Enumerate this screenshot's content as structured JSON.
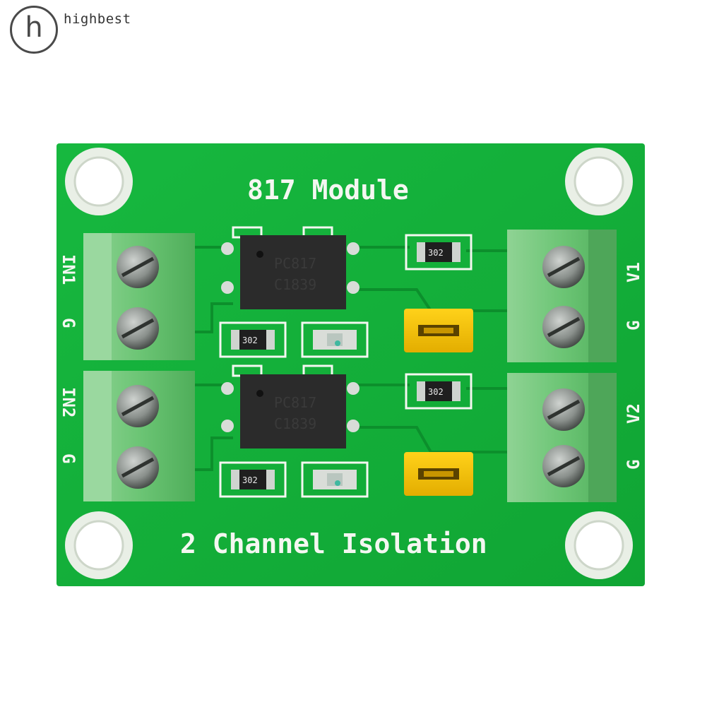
{
  "brand": {
    "logo_letter": "h",
    "name": "highbest"
  },
  "board": {
    "title": "817 Module",
    "subtitle": "2 Channel Isolation",
    "left_labels": [
      {
        "line": "IN1",
        "ground": "G"
      },
      {
        "line": "IN2",
        "ground": "G"
      }
    ],
    "right_labels": [
      {
        "line": "V1",
        "ground": "G"
      },
      {
        "line": "V2",
        "ground": "G"
      }
    ],
    "chips": [
      {
        "line1": "PC817",
        "line2": "C1839"
      },
      {
        "line1": "PC817",
        "line2": "C1839"
      }
    ],
    "resistor_code": "302",
    "colors": {
      "pcb": "#14b33c",
      "silkscreen": "#f4f7f1",
      "terminal": "#67c26f",
      "jumper": "#f5c400",
      "chip": "#2b2b2b"
    }
  }
}
